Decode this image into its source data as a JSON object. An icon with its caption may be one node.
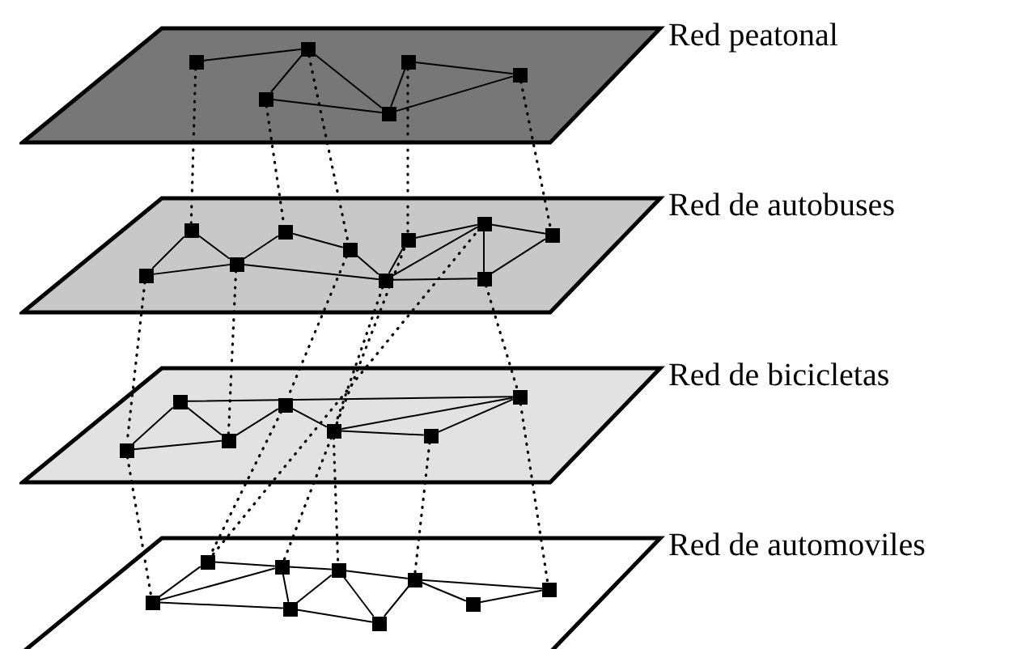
{
  "diagram": {
    "nodes": [
      {
        "text": [
          "Red peatonal"
        ]
      },
      {
        "text": [],
        "shape": "box",
        "in": 0
      },
      {
        "text": [],
        "shape": "box",
        "in": 0
      },
      {
        "text": [],
        "shape": "box",
        "in": 0
      },
      {
        "text": [],
        "shape": "box",
        "in": 0
      },
      {
        "text": [],
        "shape": "box",
        "in": 0
      },
      {
        "text": [],
        "shape": "box",
        "in": 0
      },
      {
        "text": [
          "Red de autobuses"
        ]
      },
      {
        "text": [],
        "shape": "box",
        "in": 7
      },
      {
        "text": [],
        "shape": "box",
        "in": 7
      },
      {
        "text": [],
        "shape": "box",
        "in": 7
      },
      {
        "text": [],
        "shape": "box",
        "in": 7
      },
      {
        "text": [],
        "shape": "box",
        "in": 7
      },
      {
        "text": [],
        "shape": "box",
        "in": 7
      },
      {
        "text": [],
        "shape": "box",
        "in": 7
      },
      {
        "text": [],
        "shape": "box",
        "in": 7
      },
      {
        "text": [],
        "shape": "box",
        "in": 7
      },
      {
        "text": [],
        "shape": "box",
        "in": 7
      },
      {
        "text": [
          "Red de bicicletas"
        ]
      },
      {
        "text": [],
        "shape": "box",
        "in": 18
      },
      {
        "text": [],
        "shape": "box",
        "in": 18
      },
      {
        "text": [],
        "shape": "box",
        "in": 18
      },
      {
        "text": [],
        "shape": "box",
        "in": 18
      },
      {
        "text": [],
        "shape": "box",
        "in": 18
      },
      {
        "text": [],
        "shape": "box",
        "in": 18
      },
      {
        "text": [],
        "shape": "box",
        "in": 18
      },
      {
        "text": [
          "Red de automoviles"
        ]
      },
      {
        "text": [],
        "shape": "box",
        "in": 26
      },
      {
        "text": [],
        "shape": "box",
        "in": 26
      },
      {
        "text": [],
        "shape": "box",
        "in": 26
      },
      {
        "text": [],
        "shape": "box",
        "in": 26
      },
      {
        "text": [],
        "shape": "box",
        "in": 26
      },
      {
        "text": [],
        "shape": "box",
        "in": 26
      },
      {
        "text": [],
        "shape": "box",
        "in": 26
      },
      {
        "text": [],
        "shape": "box",
        "in": 26
      },
      {
        "text": [],
        "shape": "box",
        "in": 26
      }
    ],
    "edges": [
      {
        "from": 1,
        "to": 3,
        "arrow": "none"
      },
      {
        "from": 3,
        "to": 2,
        "arrow": "none"
      },
      {
        "from": 3,
        "to": 4,
        "arrow": "none"
      },
      {
        "from": 2,
        "to": 4,
        "arrow": "none"
      },
      {
        "from": 5,
        "to": 4,
        "arrow": "none"
      },
      {
        "from": 5,
        "to": 6,
        "arrow": "none"
      },
      {
        "from": 4,
        "to": 6,
        "arrow": "none"
      },
      {
        "from": 8,
        "to": 9,
        "arrow": "none"
      },
      {
        "from": 9,
        "to": 10,
        "arrow": "none"
      },
      {
        "from": 8,
        "to": 10,
        "arrow": "none"
      },
      {
        "from": 10,
        "to": 11,
        "arrow": "none"
      },
      {
        "from": 11,
        "to": 12,
        "arrow": "none"
      },
      {
        "from": 12,
        "to": 13,
        "arrow": "none"
      },
      {
        "from": 10,
        "to": 13,
        "arrow": "none"
      },
      {
        "from": 13,
        "to": 14,
        "arrow": "none"
      },
      {
        "from": 13,
        "to": 15,
        "arrow": "none"
      },
      {
        "from": 14,
        "to": 15,
        "arrow": "none"
      },
      {
        "from": 13,
        "to": 16,
        "arrow": "none"
      },
      {
        "from": 15,
        "to": 16,
        "arrow": "none"
      },
      {
        "from": 15,
        "to": 17,
        "arrow": "none"
      },
      {
        "from": 16,
        "to": 17,
        "arrow": "none"
      },
      {
        "from": 19,
        "to": 20,
        "arrow": "none"
      },
      {
        "from": 20,
        "to": 21,
        "arrow": "none"
      },
      {
        "from": 19,
        "to": 21,
        "arrow": "none"
      },
      {
        "from": 21,
        "to": 22,
        "arrow": "none"
      },
      {
        "from": 22,
        "to": 23,
        "arrow": "none"
      },
      {
        "from": 20,
        "to": 25,
        "arrow": "none"
      },
      {
        "from": 23,
        "to": 25,
        "arrow": "none"
      },
      {
        "from": 23,
        "to": 24,
        "arrow": "none"
      },
      {
        "from": 24,
        "to": 25,
        "arrow": "none"
      },
      {
        "from": 27,
        "to": 28,
        "arrow": "none"
      },
      {
        "from": 27,
        "to": 29,
        "arrow": "none"
      },
      {
        "from": 27,
        "to": 30,
        "arrow": "none"
      },
      {
        "from": 28,
        "to": 29,
        "arrow": "none"
      },
      {
        "from": 29,
        "to": 30,
        "arrow": "none"
      },
      {
        "from": 29,
        "to": 31,
        "arrow": "none"
      },
      {
        "from": 30,
        "to": 31,
        "arrow": "none"
      },
      {
        "from": 30,
        "to": 32,
        "arrow": "none"
      },
      {
        "from": 31,
        "to": 32,
        "arrow": "none"
      },
      {
        "from": 32,
        "to": 33,
        "arrow": "none"
      },
      {
        "from": 31,
        "to": 33,
        "arrow": "none"
      },
      {
        "from": 33,
        "to": 34,
        "arrow": "none"
      },
      {
        "from": 33,
        "to": 35,
        "arrow": "none"
      },
      {
        "from": 34,
        "to": 35,
        "arrow": "none"
      },
      {
        "from": 1,
        "to": 9,
        "arrow": "none",
        "style": "dashed"
      },
      {
        "from": 2,
        "to": 11,
        "arrow": "none",
        "style": "dashed"
      },
      {
        "from": 3,
        "to": 12,
        "arrow": "none",
        "style": "dashed"
      },
      {
        "from": 5,
        "to": 14,
        "arrow": "none",
        "style": "dashed"
      },
      {
        "from": 6,
        "to": 17,
        "arrow": "none",
        "style": "dashed"
      },
      {
        "from": 8,
        "to": 19,
        "arrow": "none",
        "style": "dashed"
      },
      {
        "from": 10,
        "to": 21,
        "arrow": "none",
        "style": "dashed"
      },
      {
        "from": 12,
        "to": 22,
        "arrow": "none",
        "style": "dashed"
      },
      {
        "from": 13,
        "to": 23,
        "arrow": "none",
        "style": "dashed"
      },
      {
        "from": 16,
        "to": 25,
        "arrow": "none",
        "style": "dashed"
      },
      {
        "from": 19,
        "to": 27,
        "arrow": "none",
        "style": "dashed"
      },
      {
        "from": 22,
        "to": 28,
        "arrow": "none",
        "style": "dashed"
      },
      {
        "from": 23,
        "to": 31,
        "arrow": "none",
        "style": "dashed"
      },
      {
        "from": 24,
        "to": 33,
        "arrow": "none",
        "style": "dashed"
      },
      {
        "from": 25,
        "to": 35,
        "arrow": "none",
        "style": "dashed"
      },
      {
        "from": 28,
        "to": 15,
        "arrow": "none",
        "style": "dashed"
      },
      {
        "from": 29,
        "to": 14,
        "arrow": "none",
        "style": "dashed"
      }
    ]
  }
}
